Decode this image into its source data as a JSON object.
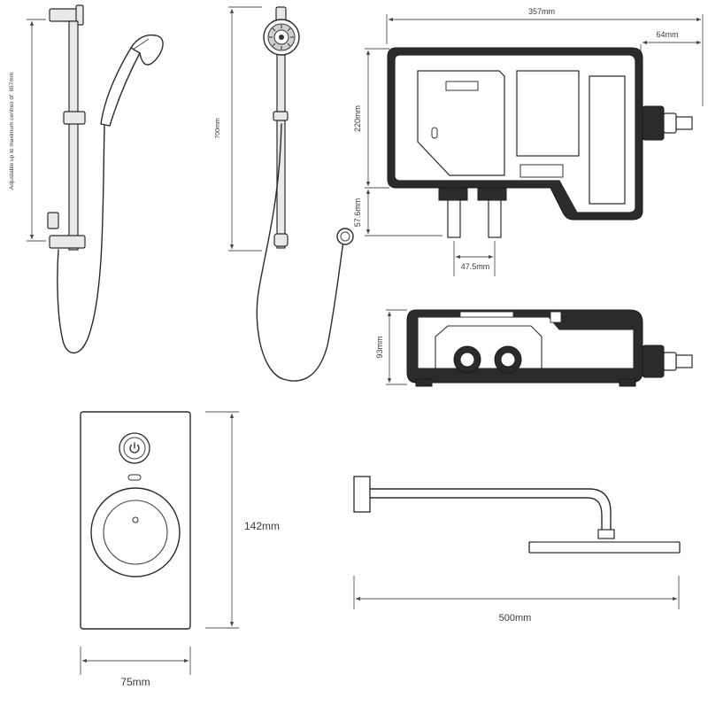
{
  "dimensions": {
    "riser_adjust": "Adjustable up to maximum centres of: 657mm",
    "riser_height": "700mm",
    "unit_width": "357mm",
    "inlet_length": "64mm",
    "unit_height": "220mm",
    "pipe_drop": "57.6mm",
    "inlet_spacing": "47.5mm",
    "unit_depth": "93mm",
    "control_height": "142mm",
    "control_width": "75mm",
    "arm_length": "500mm"
  },
  "icons": {
    "power": "power-icon"
  },
  "colors": {
    "line": "#2a2a2a",
    "unit_body": "#2b2b2b",
    "background": "#ffffff"
  }
}
